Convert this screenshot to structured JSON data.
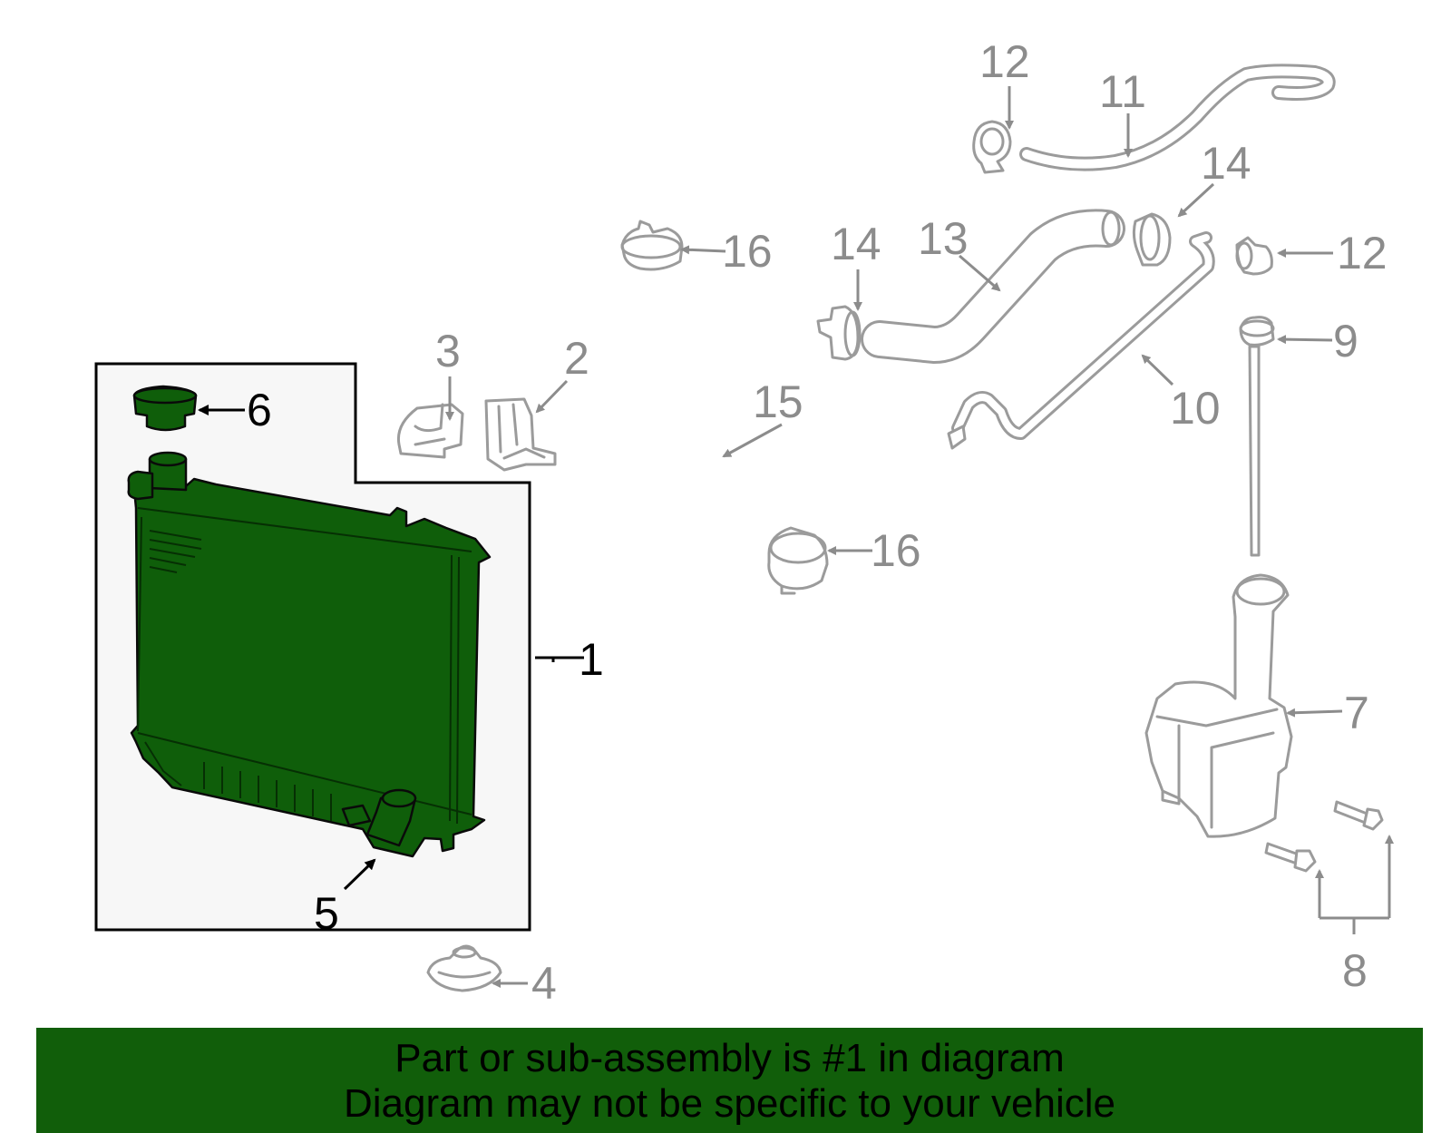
{
  "callouts": {
    "c1": "1",
    "c2": "2",
    "c3": "3",
    "c4": "4",
    "c5": "5",
    "c6": "6",
    "c7": "7",
    "c8": "8",
    "c9": "9",
    "c10": "10",
    "c11": "11",
    "c12a": "12",
    "c12b": "12",
    "c13": "13",
    "c14a": "14",
    "c14b": "14",
    "c15": "15",
    "c16a": "16",
    "c16b": "16"
  },
  "banner": {
    "line1": "Part or sub-assembly is #1 in diagram",
    "line2": "Diagram may not be specific to your vehicle"
  },
  "colors": {
    "highlight": "#0f5e0a",
    "banner_bg": "#115e0a",
    "part_line": "#9b9b9b",
    "callout_gray": "#8c8c8c"
  }
}
